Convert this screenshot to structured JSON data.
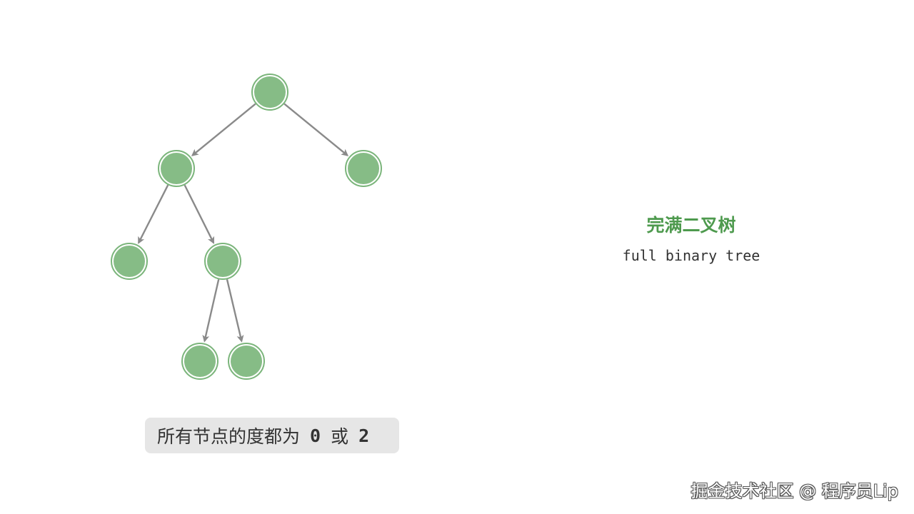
{
  "caption": {
    "text_before": "所有节点的度都为",
    "value_a": "0",
    "connector": "或",
    "value_b": "2"
  },
  "title": "完满二叉树",
  "subtitle": "full binary tree",
  "watermark": "掘金技术社区 @ 程序员Lip",
  "colors": {
    "node_fill": "#86bc86",
    "node_ring": "#7bb57b",
    "edge": "#8a8a8a",
    "title": "#4e9a4e",
    "caption_bg": "#e6e6e6"
  },
  "tree": {
    "nodes": [
      "root",
      "left",
      "right",
      "left-left",
      "left-right",
      "left-right-left",
      "left-right-right"
    ],
    "edges": [
      [
        "root",
        "left"
      ],
      [
        "root",
        "right"
      ],
      [
        "left",
        "left-left"
      ],
      [
        "left",
        "left-right"
      ],
      [
        "left-right",
        "left-right-left"
      ],
      [
        "left-right",
        "left-right-right"
      ]
    ]
  }
}
